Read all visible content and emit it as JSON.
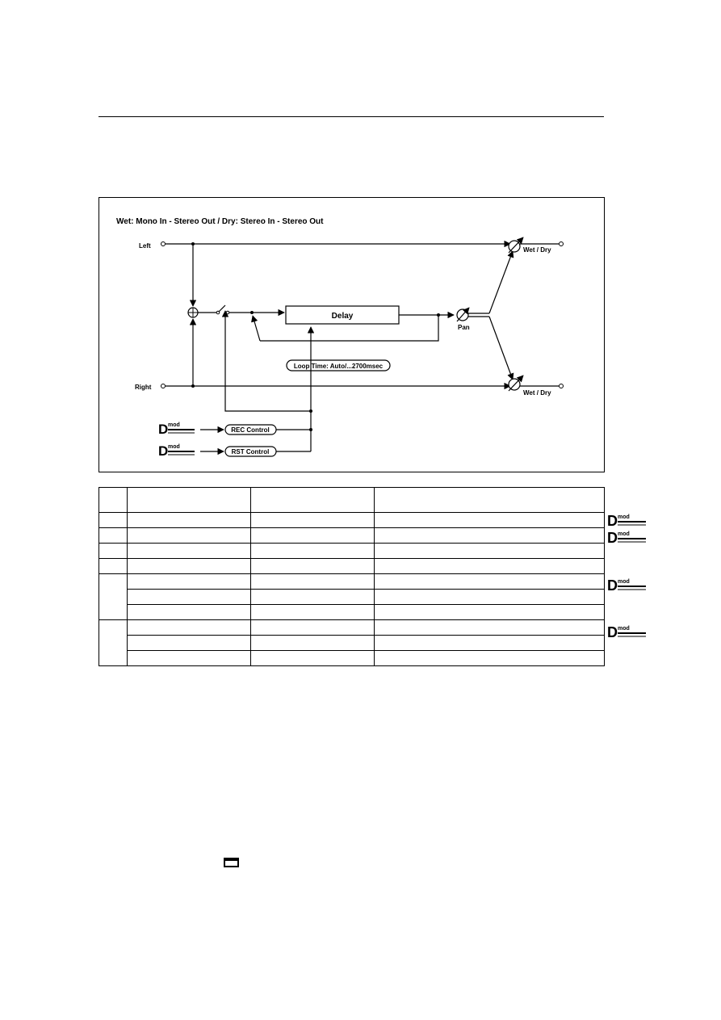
{
  "diagram": {
    "title": "Wet: Mono In - Stereo Out / Dry: Stereo In - Stereo Out",
    "input_left": "Left",
    "input_right": "Right",
    "delay_label": "Delay",
    "pan_label": "Pan",
    "wetdry_top": "Wet / Dry",
    "wetdry_bottom": "Wet / Dry",
    "loop_time": "Loop Time: Auto/...2700msec",
    "rec_control": "REC Control",
    "rst_control": "RST Control",
    "dmod_label": "mod"
  },
  "table": {
    "row_count": 10,
    "column_count": 4,
    "group_rows": [
      5,
      8
    ],
    "rows_with_dmod_icon": [
      1,
      2,
      5,
      8
    ]
  },
  "icons": {
    "dmod": "dmod-icon",
    "small_box": "window-icon"
  }
}
